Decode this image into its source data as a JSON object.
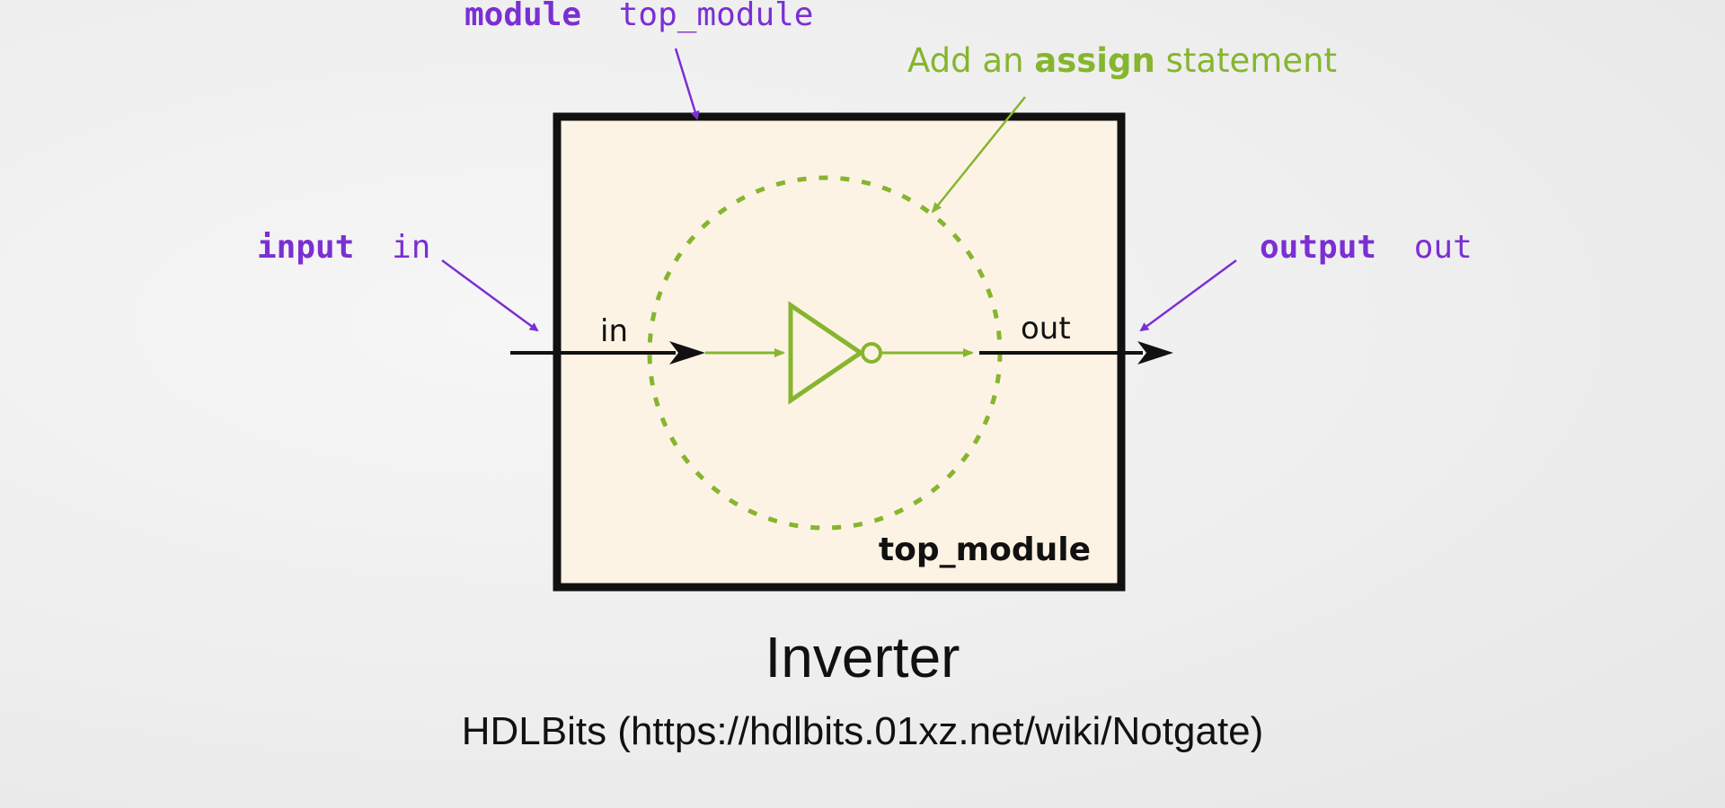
{
  "colors": {
    "keyword_purple": "#7b2fd3",
    "assign_green": "#86b52e",
    "box_fill": "#fdf3e4",
    "box_border": "#111111",
    "text_dark": "#111111"
  },
  "annotations": {
    "module_keyword": "module",
    "module_name": "top_module",
    "input_keyword": "input",
    "input_name": "in",
    "output_keyword": "output",
    "output_name": "out",
    "assign_prefix": "Add an ",
    "assign_keyword": "assign",
    "assign_suffix": " statement"
  },
  "diagram": {
    "in_label": "in",
    "out_label": "out",
    "box_label": "top_module",
    "gate_icon": "not-gate-icon"
  },
  "caption": {
    "title": "Inverter",
    "source": "HDLBits (https://hdlbits.01xz.net/wiki/Notgate)"
  }
}
